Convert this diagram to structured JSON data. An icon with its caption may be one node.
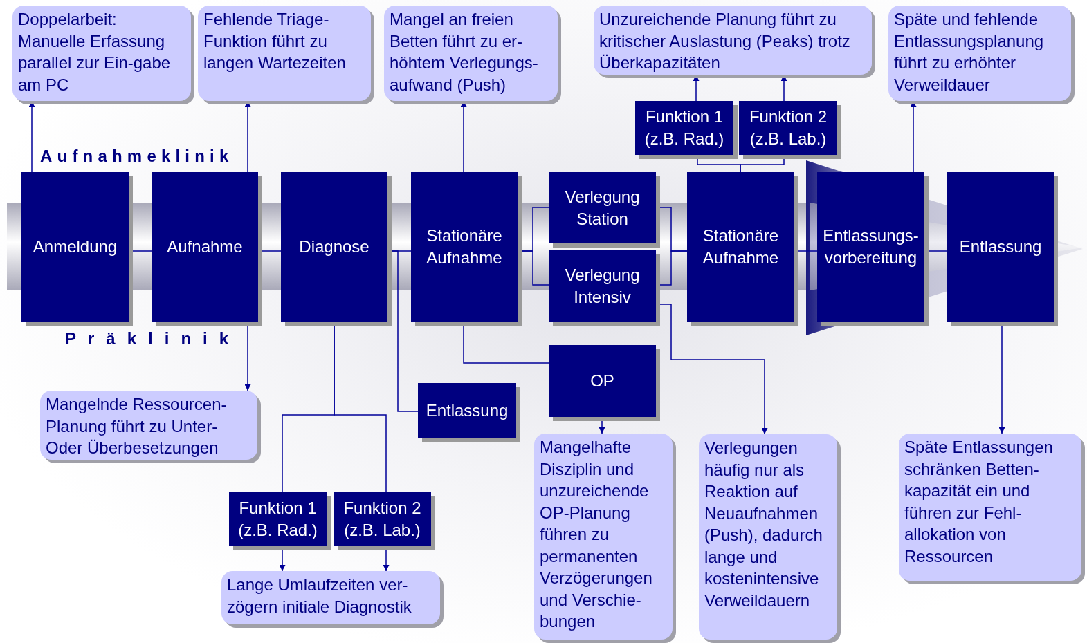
{
  "diagram": {
    "nodes": [
      {
        "text": [
          "Doppelarbeit: Manuelle Erfassung parallel zur Ein-gabe am PC"
        ]
      },
      {
        "text": [
          "Fehlende Triage-Funktion führt zu langen Wartezeiten"
        ]
      },
      {
        "text": [
          "Mangel an freien Betten führt zu er-höhtem Verlegungs-aufwand (Push)"
        ]
      },
      {
        "text": [
          "Unzureichende Planung führt zu kritischer Auslastung (Peaks) trotz Überkapazitäten"
        ]
      },
      {
        "text": [
          "Späte und fehlende Entlassungsplanung führt zu erhöhter Verweildauer"
        ]
      },
      {
        "text": [
          "Funktion 1 (z.B. Rad.)"
        ]
      },
      {
        "text": [
          "Funktion 2 (z.B. Lab.)"
        ]
      },
      {
        "text": [
          "Anmeldung"
        ]
      },
      {
        "text": [
          "Aufnahme"
        ]
      },
      {
        "text": [
          "Diagnose"
        ]
      },
      {
        "text": [
          "Stationäre Aufnahme"
        ]
      },
      {
        "text": [
          "Verlegung Station"
        ]
      },
      {
        "text": [
          "Verlegung Intensiv"
        ]
      },
      {
        "text": [
          "Stationäre Aufnahme"
        ]
      },
      {
        "text": [
          "Entlassungs-vorbereitung"
        ]
      },
      {
        "text": [
          "Entlassung"
        ]
      },
      {
        "text": [
          "Mangelnde Ressourcen-Planung führt zu Unter-Oder Überbesetzungen"
        ]
      },
      {
        "text": [
          "Entlassung"
        ]
      },
      {
        "text": [
          "OP"
        ]
      },
      {
        "text": [
          "Funktion 1 (z.B. Rad.)"
        ]
      },
      {
        "text": [
          "Funktion 2 (z.B. Lab.)"
        ]
      },
      {
        "text": [
          "Lange Umlaufzeiten ver-zögern initiale Diagnostik"
        ]
      },
      {
        "text": [
          "Mangelhafte Disziplin und unzureichende OP-Planung führen zu permanenten Verzögerungen und Verschie-bungen"
        ]
      },
      {
        "text": [
          "Verlegungen häufig nur als Reaktion auf Neuaufnahmen (Push), dadurch lange und kostenintensive Verweildauern"
        ]
      },
      {
        "text": [
          "Späte Entlassungen schränken Betten-kapazität ein und führen zur Fehl-allokation von Ressourcen"
        ]
      }
    ],
    "edges": [
      {
        "from": 7,
        "to": 0,
        "arrow": "to"
      },
      {
        "from": 8,
        "to": 1,
        "arrow": "to"
      },
      {
        "from": 8,
        "to": 16,
        "arrow": "to"
      },
      {
        "from": 10,
        "to": 2,
        "arrow": "to"
      },
      {
        "from": 5,
        "to": 3,
        "arrow": "to"
      },
      {
        "from": 6,
        "to": 3,
        "arrow": "to"
      },
      {
        "from": 13,
        "to": 5,
        "arrow": "none"
      },
      {
        "from": 13,
        "to": 6,
        "arrow": "none"
      },
      {
        "from": 14,
        "to": 4,
        "arrow": "to"
      },
      {
        "from": 7,
        "to": 8,
        "arrow": "none"
      },
      {
        "from": 8,
        "to": 9,
        "arrow": "none"
      },
      {
        "from": 9,
        "to": 10,
        "arrow": "none"
      },
      {
        "from": 10,
        "to": 11,
        "arrow": "none"
      },
      {
        "from": 10,
        "to": 12,
        "arrow": "none"
      },
      {
        "from": 11,
        "to": 13,
        "arrow": "none"
      },
      {
        "from": 12,
        "to": 13,
        "arrow": "none"
      },
      {
        "from": 13,
        "to": 14,
        "arrow": "none"
      },
      {
        "from": 14,
        "to": 15,
        "arrow": "none"
      },
      {
        "from": 9,
        "to": 19,
        "arrow": "none"
      },
      {
        "from": 9,
        "to": 20,
        "arrow": "none"
      },
      {
        "from": 9,
        "to": 17,
        "arrow": "none"
      },
      {
        "from": 10,
        "to": 18,
        "arrow": "none"
      },
      {
        "from": 18,
        "to": 22,
        "arrow": "to"
      },
      {
        "from": 12,
        "to": 23,
        "arrow": "to"
      },
      {
        "from": 15,
        "to": 24,
        "arrow": "to"
      },
      {
        "from": 19,
        "to": 21,
        "arrow": "to"
      },
      {
        "from": 20,
        "to": 21,
        "arrow": "to"
      }
    ],
    "labels": [
      "Aufnahmeklinik",
      "Präklinik"
    ]
  }
}
